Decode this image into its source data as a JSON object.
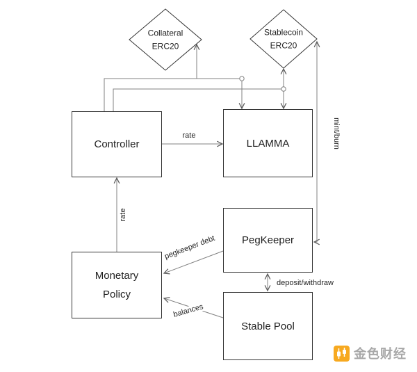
{
  "diagram": {
    "nodes": {
      "collateral": {
        "line1": "Collateral",
        "line2": "ERC20"
      },
      "stablecoin": {
        "line1": "Stablecoin",
        "line2": "ERC20"
      },
      "controller": {
        "label": "Controller"
      },
      "llamma": {
        "label": "LLAMMA"
      },
      "pegkeeper": {
        "label": "PegKeeper"
      },
      "monetary_policy": {
        "line1": "Monetary",
        "line2": "Policy"
      },
      "stable_pool": {
        "label": "Stable Pool"
      }
    },
    "edges": {
      "rate_h": {
        "label": "rate"
      },
      "rate_v": {
        "label": "rate"
      },
      "mint_burn": {
        "label": "mint/burn"
      },
      "pegkeeper_debt": {
        "label": "pegkeeper debt"
      },
      "deposit_withdraw": {
        "label": "deposit/withdraw"
      },
      "balances": {
        "label": "balances"
      }
    },
    "colors": {
      "line": "#808080",
      "arrow": "#595959",
      "box_border": "#333333",
      "text": "#1f1f1f",
      "background": "#ffffff"
    }
  },
  "watermark": {
    "text": "金色财经",
    "logo_color": "#f7a920"
  }
}
